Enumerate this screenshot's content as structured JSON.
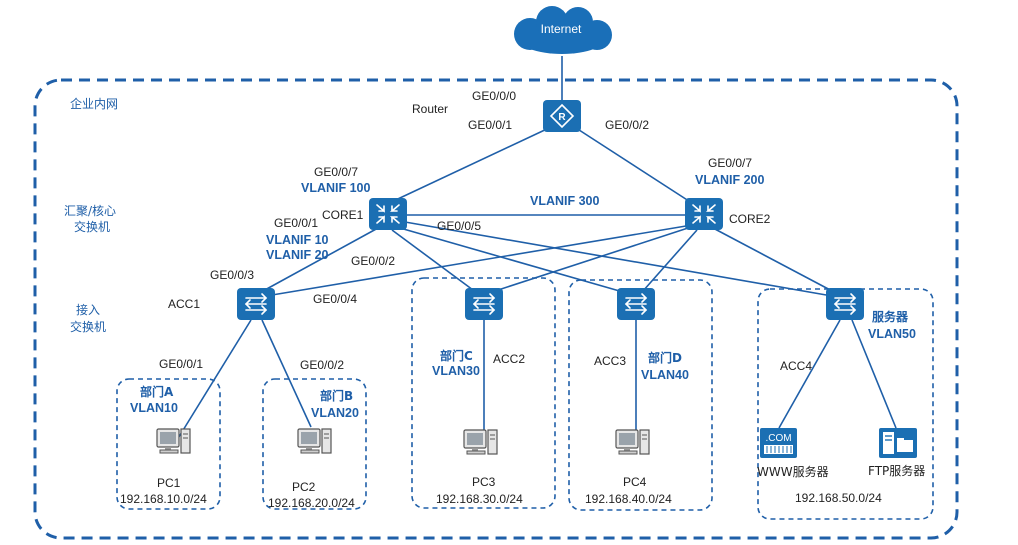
{
  "internet_label": "Internet",
  "region_intranet": "企业内网",
  "region_core_1": "汇聚/核心",
  "region_core_2": "交换机",
  "region_access_1": "接入",
  "region_access_2": "交换机",
  "router": {
    "label": "Router",
    "port_up": "GE0/0/0",
    "port_left": "GE0/0/1",
    "port_right": "GE0/0/2"
  },
  "core1": {
    "label": "CORE1",
    "port_up": "GE0/0/7",
    "vlanif_up": "VLANIF 100",
    "port_down": "GE0/0/1",
    "vlanif_a": "VLANIF 10",
    "vlanif_b": "VLANIF 20",
    "port_to_core2": "GE0/0/5",
    "port_acc": "GE0/0/2"
  },
  "core2": {
    "label": "CORE2",
    "port_up": "GE0/0/7",
    "vlanif_up": "VLANIF 200"
  },
  "interlink": "VLANIF 300",
  "acc1": {
    "label": "ACC1",
    "port_up": "GE0/0/3",
    "port_right": "GE0/0/4",
    "port_a": "GE0/0/1",
    "port_b": "GE0/0/2"
  },
  "acc2": {
    "label": "ACC2"
  },
  "acc3": {
    "label": "ACC3"
  },
  "acc4": {
    "label": "ACC4"
  },
  "dept_a": {
    "name": "部门A",
    "vlan": "VLAN10",
    "pc": "PC1",
    "subnet": "192.168.10.0/24"
  },
  "dept_b": {
    "name": "部门B",
    "vlan": "VLAN20",
    "pc": "PC2",
    "subnet": "192.168.20.0/24"
  },
  "dept_c": {
    "name": "部门C",
    "vlan": "VLAN30",
    "pc": "PC3",
    "subnet": "192.168.30.0/24"
  },
  "dept_d": {
    "name": "部门D",
    "vlan": "VLAN40",
    "pc": "PC4",
    "subnet": "192.168.40.0/24"
  },
  "servers": {
    "name": "服务器",
    "vlan": "VLAN50",
    "www_badge": ".COM",
    "www": "WWW服务器",
    "ftp": "FTP服务器",
    "subnet": "192.168.50.0/24"
  },
  "colors": {
    "accent": "#1f5fa8",
    "device": "#1b6fb3",
    "cloud": "#1a6fb8"
  }
}
